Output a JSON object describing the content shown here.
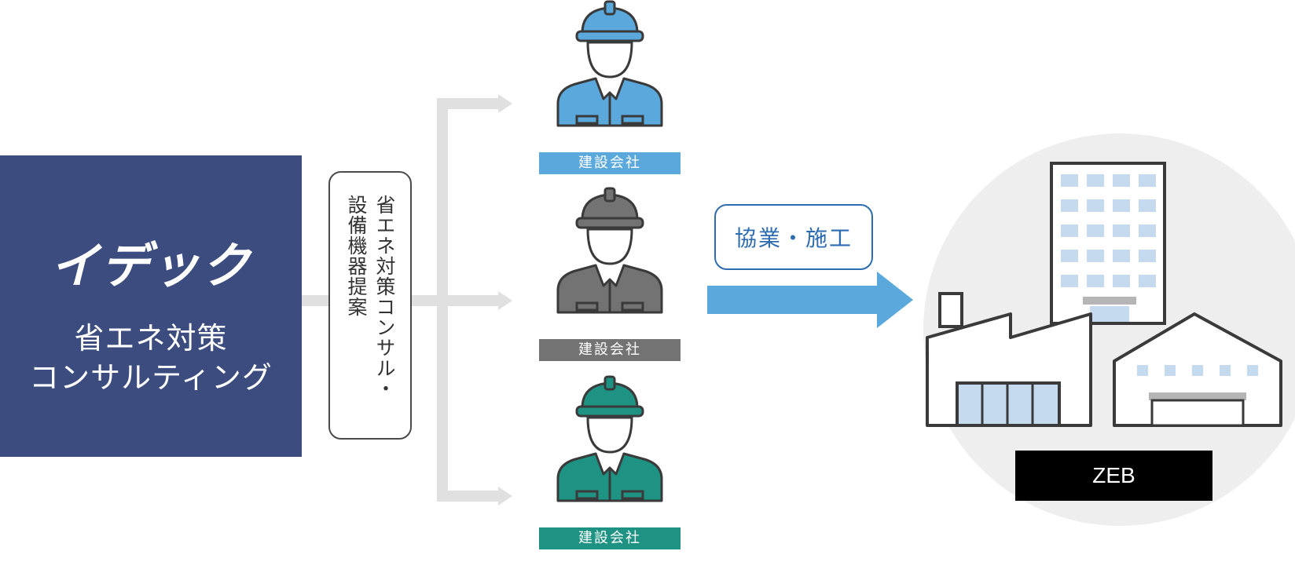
{
  "left": {
    "logo": "イデック",
    "line1": "省エネ対策",
    "line2": "コンサルティング"
  },
  "consult": {
    "col1": "省エネ対策コンサル・",
    "col2": "設備機器提案"
  },
  "collab": {
    "label": "協業・施工"
  },
  "workers": [
    {
      "label": "建設会社",
      "color": "#5aa8dc"
    },
    {
      "label": "建設会社",
      "color": "#737373"
    },
    {
      "label": "建設会社",
      "color": "#1e9384"
    }
  ],
  "zeb": {
    "label": "ZEB"
  },
  "colors": {
    "navy": "#3c4c7f",
    "arrow_blue": "#5aa8dc",
    "connector_gray": "#e0e0e0",
    "outline": "#3a3a3a",
    "circle_bg": "#eeeeee",
    "window_blue": "#c5daee"
  }
}
